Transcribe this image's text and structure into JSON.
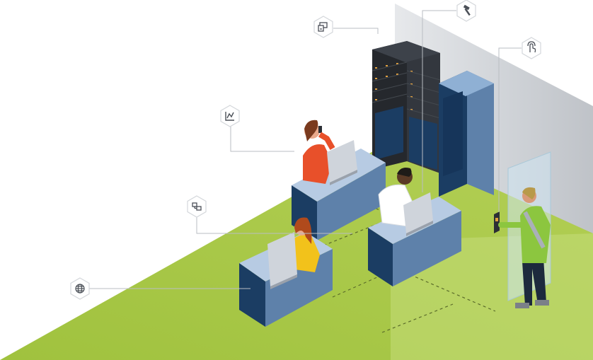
{
  "scene": {
    "kind": "isometric-office-illustration",
    "colors": {
      "floor": "#a3c542",
      "floor_light": "#b5d15a",
      "desk_front": "#1b3d63",
      "desk_top": "#b7cbe3",
      "desk_side": "#5e81aa",
      "server_dark": "#2c2f35",
      "server_blue": "#1b3d63",
      "wall_gray": "#cfd3d8",
      "glass": "#cfe6f2",
      "line": "#b9bdc3",
      "badge_stroke": "#d4d7db",
      "badge_icon": "#4a4f57"
    },
    "badges": [
      {
        "icon": "devices-icon",
        "target": "server-rack"
      },
      {
        "icon": "hammer-icon",
        "target": "server-rack"
      },
      {
        "icon": "touch-icon",
        "target": "access-reader"
      },
      {
        "icon": "chart-icon",
        "target": "worker-phone"
      },
      {
        "icon": "link-icon",
        "target": "worker-center"
      },
      {
        "icon": "globe-icon",
        "target": "worker-front"
      }
    ],
    "people": [
      {
        "role": "worker-phone",
        "shirt": "#e8502a",
        "hair": "#7a3a1e"
      },
      {
        "role": "worker-center",
        "shirt": "#ffffff",
        "hair": "#1e1b18"
      },
      {
        "role": "worker-front",
        "shirt": "#f2c21b",
        "hair": "#b04a1c"
      },
      {
        "role": "visitor",
        "shirt": "#8cc63f",
        "hair": "#b89a4a"
      }
    ]
  }
}
